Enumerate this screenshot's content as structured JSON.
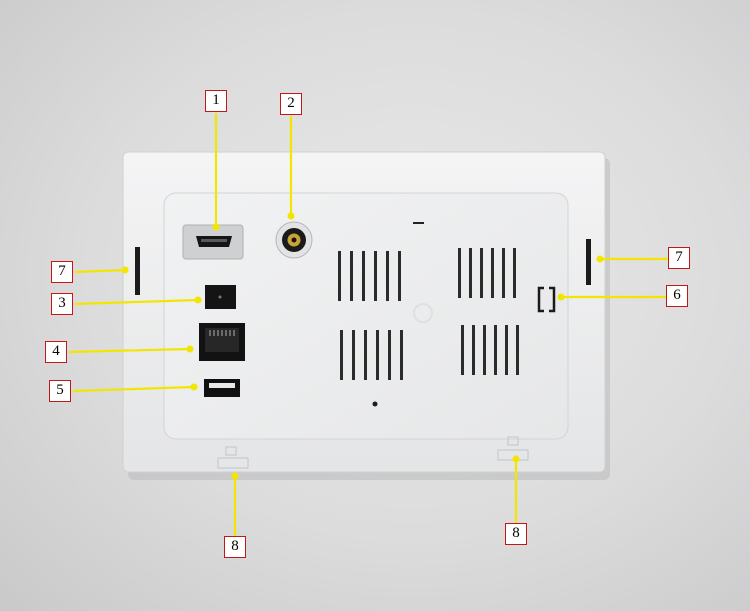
{
  "callouts": [
    {
      "id": "hdmi-port",
      "label": "1"
    },
    {
      "id": "av-jack",
      "label": "2"
    },
    {
      "id": "dc-power-jack",
      "label": "3"
    },
    {
      "id": "ethernet-port",
      "label": "4"
    },
    {
      "id": "usb-port",
      "label": "5"
    },
    {
      "id": "reset-button",
      "label": "6"
    },
    {
      "id": "side-slot-left",
      "label": "7"
    },
    {
      "id": "side-slot-right",
      "label": "7"
    },
    {
      "id": "mount-clip-left",
      "label": "8"
    },
    {
      "id": "mount-clip-right",
      "label": "8"
    }
  ],
  "colors": {
    "leader_line": "#f2e600",
    "callout_border": "#c01818",
    "panel": "#eeeff0",
    "background": "#dcdcdd"
  }
}
